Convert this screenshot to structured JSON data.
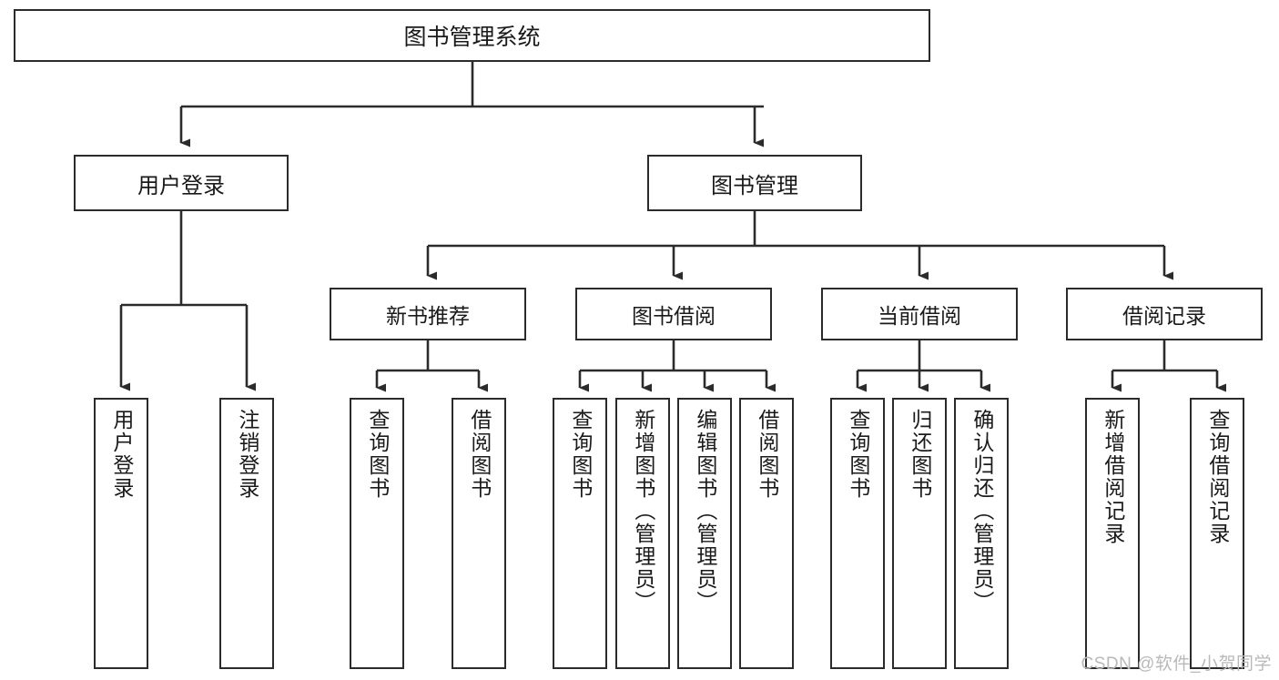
{
  "diagram": {
    "type": "tree",
    "title": "图书管理系统",
    "colors": {
      "background": "#ffffff",
      "border": "#2b2b2b",
      "text": "#1a1a1a",
      "watermark": "#b9b9b9"
    },
    "root": {
      "label": "图书管理系统"
    },
    "level2": [
      {
        "label": "用户登录"
      },
      {
        "label": "图书管理"
      }
    ],
    "level3": [
      {
        "label": "新书推荐"
      },
      {
        "label": "图书借阅"
      },
      {
        "label": "当前借阅"
      },
      {
        "label": "借阅记录"
      }
    ],
    "leaves": {
      "user_login": [
        {
          "label": "用户登录"
        },
        {
          "label": "注销登录"
        }
      ],
      "new_book_recommend": [
        {
          "label": "查询图书"
        },
        {
          "label": "借阅图书"
        }
      ],
      "book_borrow": [
        {
          "label": "查询图书"
        },
        {
          "label": "新增图书（管理员）"
        },
        {
          "label": "编辑图书（管理员）"
        },
        {
          "label": "借阅图书"
        }
      ],
      "current_borrow": [
        {
          "label": "查询图书"
        },
        {
          "label": "归还图书"
        },
        {
          "label": "确认归还（管理员）"
        }
      ],
      "borrow_record": [
        {
          "label": "新增借阅记录"
        },
        {
          "label": "查询借阅记录"
        }
      ]
    },
    "watermark": "CSDN @软件_小贺同学"
  }
}
